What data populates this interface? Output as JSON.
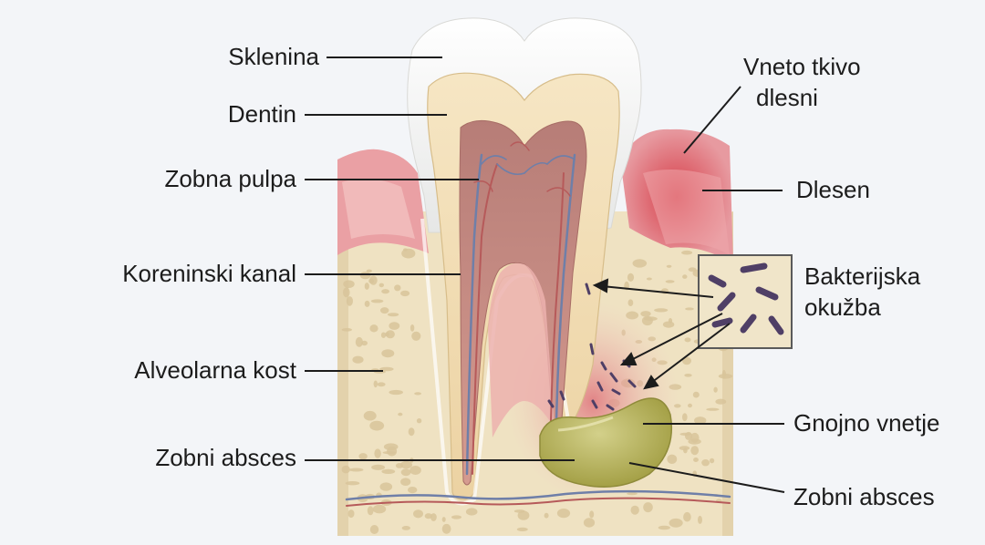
{
  "labels": {
    "enamel": "Sklenina",
    "dentin": "Dentin",
    "pulp": "Zobna pulpa",
    "root_canal": "Koreninski kanal",
    "bone": "Alveolarna kost",
    "abscess_left": "Zobni absces",
    "inflamed_line1": "Vneto tkivo",
    "inflamed_line2": "dlesni",
    "gum": "Dlesen",
    "bacteria_line1": "Bakterijska",
    "bacteria_line2": "okužba",
    "pus": "Gnojno vnetje",
    "abscess_right": "Zobni absces"
  },
  "colors": {
    "background": "#f3f5f8",
    "enamel": "#f7f7f5",
    "dentin": "#f1ddb3",
    "pulp": "#c98e86",
    "gum": "#eaa0a4",
    "inflamed_gum": "#d9474f",
    "bone": "#efe2c2",
    "abscess": "#b9b660",
    "nerve_blue": "#6f7fa8",
    "bacteria": "#4f3f66"
  }
}
